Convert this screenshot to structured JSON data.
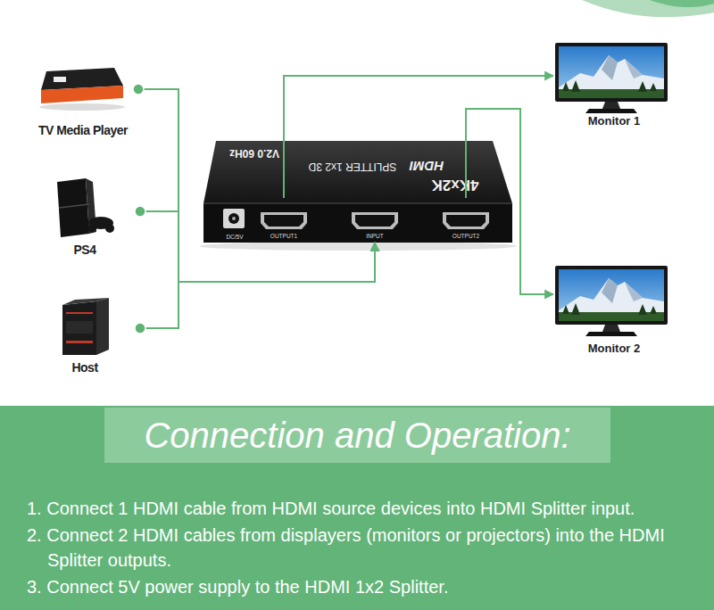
{
  "diagram": {
    "title": "Connection and Operation:",
    "nodes": [
      {
        "text": [
          "TV Media Player"
        ]
      },
      {
        "text": [
          "PS4"
        ]
      },
      {
        "text": [
          "Host"
        ]
      },
      {
        "text": [
          "V2.0 60Hz",
          "SPLITTER 1x2 3D",
          "HDMI",
          "4Kx2K"
        ]
      },
      {
        "text": [
          "DC/5V"
        ],
        "in": 3
      },
      {
        "text": [
          "OUTPUT1"
        ],
        "in": 3
      },
      {
        "text": [
          "INPUT"
        ],
        "in": 3
      },
      {
        "text": [
          "OUTPUT2"
        ],
        "in": 3
      },
      {
        "text": [
          "Monitor 1"
        ]
      },
      {
        "text": [
          "Monitor 2"
        ]
      }
    ],
    "edges": [
      {
        "from": 0,
        "to": 6,
        "arrow": "to"
      },
      {
        "from": 1,
        "to": 6,
        "arrow": "to"
      },
      {
        "from": 2,
        "to": 6,
        "arrow": "to"
      },
      {
        "from": 5,
        "to": 8,
        "arrow": "to"
      },
      {
        "from": 7,
        "to": 9,
        "arrow": "to"
      }
    ],
    "labels": [
      "1. Connect 1 HDMI cable from HDMI source devices into HDMI Splitter input.",
      "2. Connect 2 HDMI cables from displayers (monitors or projectors) into the HDMI Splitter outputs.",
      "3. Connect 5V power supply to the HDMI 1x2 Splitter."
    ]
  }
}
